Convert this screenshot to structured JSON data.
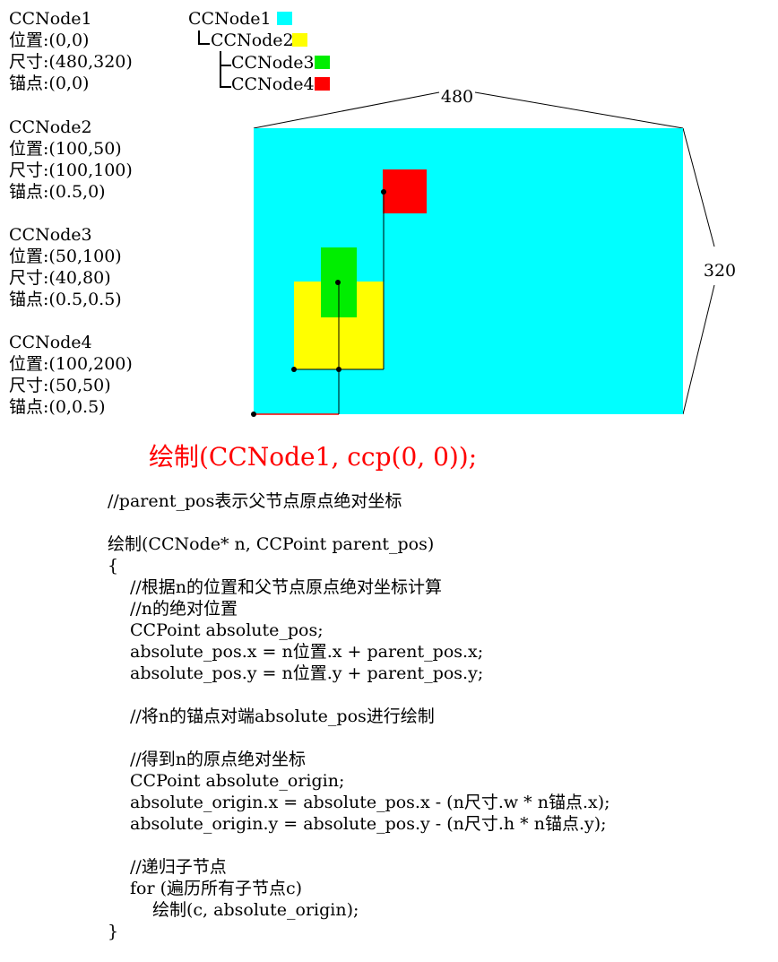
{
  "nodes": [
    {
      "name": "CCNode1",
      "pos": "位置:(0,0)",
      "size": "尺寸:(480,320)",
      "anchor": "锚点:(0,0)",
      "color": "#00ffff"
    },
    {
      "name": "CCNode2",
      "pos": "位置:(100,50)",
      "size": "尺寸:(100,100)",
      "anchor": "锚点:(0.5,0)",
      "color": "#ffff00"
    },
    {
      "name": "CCNode3",
      "pos": "位置:(50,100)",
      "size": "尺寸:(40,80)",
      "anchor": "锚点:(0.5,0.5)",
      "color": "#00ee00"
    },
    {
      "name": "CCNode4",
      "pos": "位置:(100,200)",
      "size": "尺寸:(50,50)",
      "anchor": "锚点:(0,0.5)",
      "color": "#ff0000"
    }
  ],
  "tree": {
    "root": "CCNode1",
    "child": "CCNode2",
    "grandchildren": [
      "CCNode3",
      "CCNode4"
    ]
  },
  "dimensions": {
    "width_label": "480",
    "height_label": "320"
  },
  "title": "绘制(CCNode1, ccp(0, 0));",
  "title_color": "#ff0000",
  "code_lines": [
    {
      "text": "//parent_pos表示父节点原点绝对坐标",
      "indent": 0
    },
    {
      "text": "",
      "indent": 0
    },
    {
      "text": "绘制(CCNode* n, CCPoint parent_pos)",
      "indent": 0
    },
    {
      "text": "{",
      "indent": 0
    },
    {
      "text": "//根据n的位置和父节点原点绝对坐标计算",
      "indent": 1
    },
    {
      "text": "//n的绝对位置",
      "indent": 1
    },
    {
      "text": "CCPoint absolute_pos;",
      "indent": 1
    },
    {
      "text": "absolute_pos.x = n位置.x + parent_pos.x;",
      "indent": 1
    },
    {
      "text": "absolute_pos.y = n位置.y + parent_pos.y;",
      "indent": 1
    },
    {
      "text": "",
      "indent": 0
    },
    {
      "text": "//将n的锚点对端absolute_pos进行绘制",
      "indent": 1
    },
    {
      "text": "",
      "indent": 0
    },
    {
      "text": "//得到n的原点绝对坐标",
      "indent": 1
    },
    {
      "text": "CCPoint absolute_origin;",
      "indent": 1
    },
    {
      "text": "absolute_origin.x = absolute_pos.x - (n尺寸.w * n锚点.x);",
      "indent": 1
    },
    {
      "text": "absolute_origin.y = absolute_pos.y - (n尺寸.h * n锚点.y);",
      "indent": 1
    },
    {
      "text": "",
      "indent": 0
    },
    {
      "text": "//递归子节点",
      "indent": 1
    },
    {
      "text": "for (遍历所有子节点c)",
      "indent": 1
    },
    {
      "text": "绘制(c, absolute_origin);",
      "indent": 2
    },
    {
      "text": "}",
      "indent": 0
    }
  ]
}
